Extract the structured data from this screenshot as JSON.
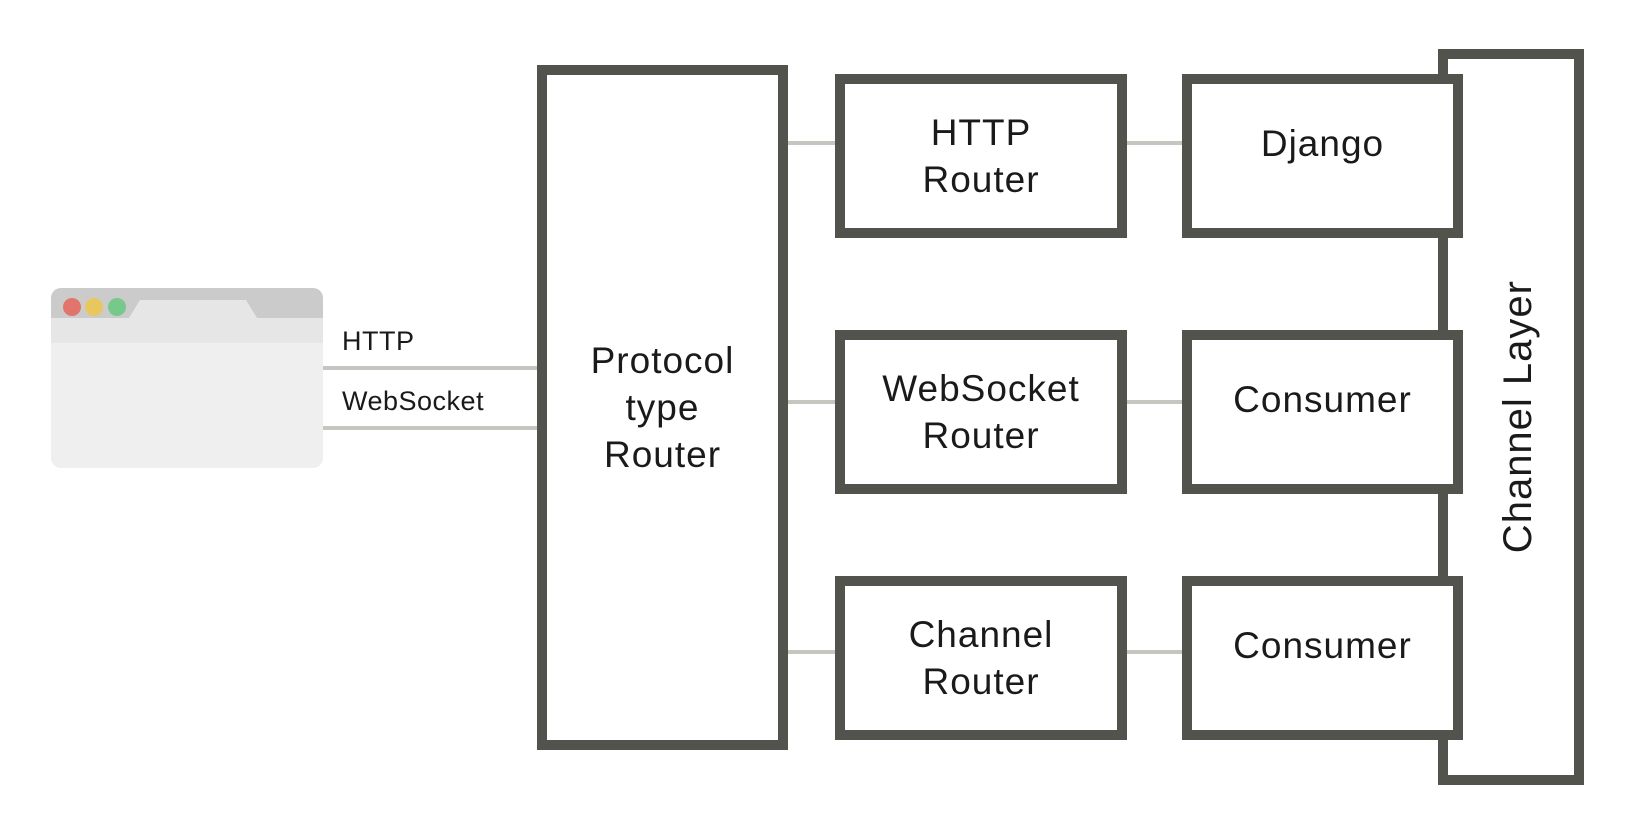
{
  "colors": {
    "background": "#ffffff",
    "box_border": "#53534e",
    "connector_line": "#c6c6c0",
    "label_text": "#1a1a1a",
    "browser_bar": "#cbcbcb",
    "browser_tab": "#e6e6e6",
    "browser_body": "#f0efef",
    "dot_red": "#e2746c",
    "dot_yellow": "#e9c75f",
    "dot_green": "#76c98b"
  },
  "client": {
    "icon": "browser-window",
    "connections": [
      {
        "label": "HTTP"
      },
      {
        "label": "WebSocket"
      }
    ]
  },
  "protocol_router": {
    "lines": [
      "Protocol",
      "type",
      "Router"
    ]
  },
  "rows": [
    {
      "router_lines": [
        "HTTP",
        "Router"
      ],
      "handler": "Django"
    },
    {
      "router_lines": [
        "WebSocket",
        "Router"
      ],
      "handler": "Consumer"
    },
    {
      "router_lines": [
        "Channel",
        "Router"
      ],
      "handler": "Consumer"
    }
  ],
  "channel_layer": {
    "label": "Channel Layer"
  }
}
